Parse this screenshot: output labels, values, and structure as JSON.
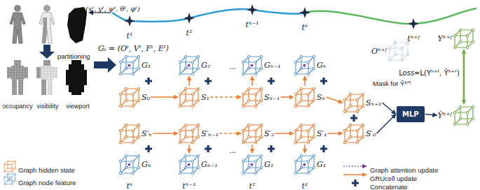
{
  "diagram": {
    "nodes": [
      {
        "text": [
          "G₁"
        ]
      },
      {
        "text": [
          "S₀"
        ]
      },
      {
        "text": [
          "G₂"
        ]
      },
      {
        "text": [
          "S₁"
        ]
      },
      {
        "text": [
          "Gₕ₋₁"
        ]
      },
      {
        "text": [
          "Sₕ₋₁"
        ]
      },
      {
        "text": [
          "Gₕ"
        ]
      },
      {
        "text": [
          "Sₕ"
        ]
      },
      {
        "text": [
          "Sₕ₊₁"
        ]
      },
      {
        "text": [
          "S′ₕ"
        ]
      },
      {
        "text": [
          "Gₕ"
        ]
      },
      {
        "text": [
          "S′ₕ₋₁"
        ]
      },
      {
        "text": [
          "Gₕ₋₁"
        ]
      },
      {
        "text": [
          "S′₂"
        ]
      },
      {
        "text": [
          "G₂"
        ]
      },
      {
        "text": [
          "S′₁"
        ]
      },
      {
        "text": [
          "G₁"
        ]
      },
      {
        "text": [
          "S′₀"
        ]
      },
      {
        "text": [
          "MLP"
        ]
      },
      {
        "text": [
          "Oʰ⁺ᶠ"
        ]
      },
      {
        "text": [
          "Yʰ⁺ᶠ"
        ]
      },
      {
        "text": [
          "Ŷʰ⁺ᶠ"
        ]
      }
    ],
    "edges": [
      {
        "from": 1,
        "to": 3,
        "arrow": "to"
      },
      {
        "from": 3,
        "to": 2,
        "arrow": "to"
      },
      {
        "from": 3,
        "to": 5,
        "arrow": "to"
      },
      {
        "from": 5,
        "to": 4,
        "arrow": "to"
      },
      {
        "from": 5,
        "to": 7,
        "arrow": "to"
      },
      {
        "from": 7,
        "to": 6,
        "arrow": "to"
      },
      {
        "from": 7,
        "to": 8,
        "arrow": "to"
      },
      {
        "from": 9,
        "to": 11,
        "arrow": "to"
      },
      {
        "from": 11,
        "to": 12,
        "arrow": "to"
      },
      {
        "from": 11,
        "to": 13,
        "arrow": "to"
      },
      {
        "from": 13,
        "to": 14,
        "arrow": "to"
      },
      {
        "from": 13,
        "to": 15,
        "arrow": "to"
      },
      {
        "from": 15,
        "to": 16,
        "arrow": "to"
      },
      {
        "from": 15,
        "to": 17,
        "arrow": "to"
      },
      {
        "from": 8,
        "to": 18,
        "arrow": "to"
      },
      {
        "from": 17,
        "to": 18,
        "arrow": "to"
      },
      {
        "from": 18,
        "to": 21,
        "arrow": "to"
      },
      {
        "from": 20,
        "to": 21,
        "arrow": "both",
        "label": "Loss=L(Yʰ⁺ᶠ, Ŷʰ⁺ᶠ)"
      }
    ],
    "labels": [
      "(xᵗ, yᵗ, ψᵗ, θᵗ, φᵗ)",
      "t¹",
      "t²",
      "tʰ⁻¹",
      "tʰ",
      "tʰ⁺ᶠ",
      "partitioning",
      "occupancy",
      "visibility",
      "viewport",
      "Gₜ = (Oᵗ, Vᵗ, Fᵗ, Eᵗ)",
      "...",
      "...",
      "tʰ",
      "tʰ⁻¹",
      "t²",
      "t¹",
      "Mask for Ŷʰ⁺ᶠ"
    ],
    "legend": [
      {
        "text": "Graph hidden state"
      },
      {
        "text": "Graph node feature"
      },
      {
        "text": "Graph attention update"
      },
      {
        "text": "GRUcell update"
      },
      {
        "text": "Concatenate"
      }
    ]
  }
}
